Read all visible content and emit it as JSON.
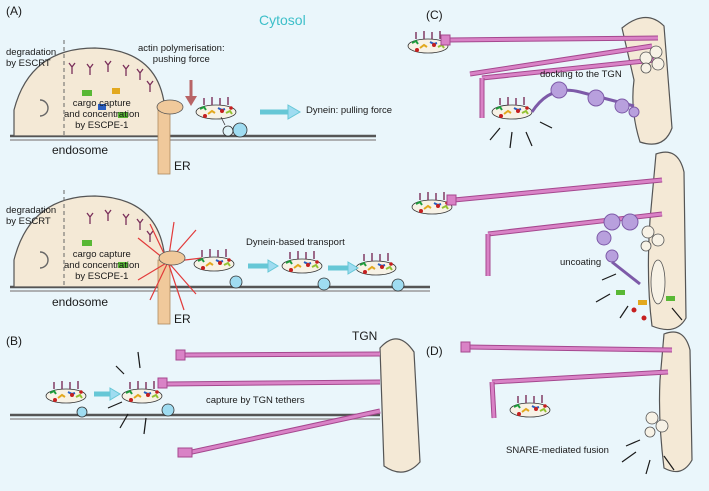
{
  "panels": {
    "a": "(A)",
    "b": "(B)",
    "c": "(C)",
    "d": "(D)"
  },
  "cytosol": "Cytosol",
  "panel_a_top": {
    "degradation_1": "degradation",
    "degradation_2": "by ESCRT",
    "actin_1": "actin polymerisation:",
    "actin_2": "pushing force",
    "cargo_1": "cargo capture",
    "cargo_2": "and concentration",
    "cargo_3": "by ESCPE-1",
    "dynein": "Dynein: pulling force",
    "endosome": "endosome",
    "er": "ER"
  },
  "panel_a_bottom": {
    "degradation_1": "degradation",
    "degradation_2": "by ESCRT",
    "cargo_1": "cargo capture",
    "cargo_2": "and concentration",
    "cargo_3": "by ESCPE-1",
    "dynein_transport": "Dynein-based transport",
    "endosome": "endosome",
    "er": "ER"
  },
  "panel_b": {
    "tgn": "TGN",
    "capture": "capture by TGN tethers"
  },
  "panel_c": {
    "docking": "docking to the TGN",
    "uncoating": "uncoating"
  },
  "panel_d": {
    "fusion": "SNARE-mediated fusion"
  },
  "colors": {
    "background": "#eaf6fb",
    "membrane": "#f4e9d6",
    "tether": "#d982c6",
    "tether_edge": "#a5488f",
    "dynein": "#9c78c6",
    "microtubule_head": "#9fdcf1",
    "cargo_arrow": "#66c7d6",
    "force_arrow": "#b86466",
    "scission_lines": "#e23b3b"
  }
}
